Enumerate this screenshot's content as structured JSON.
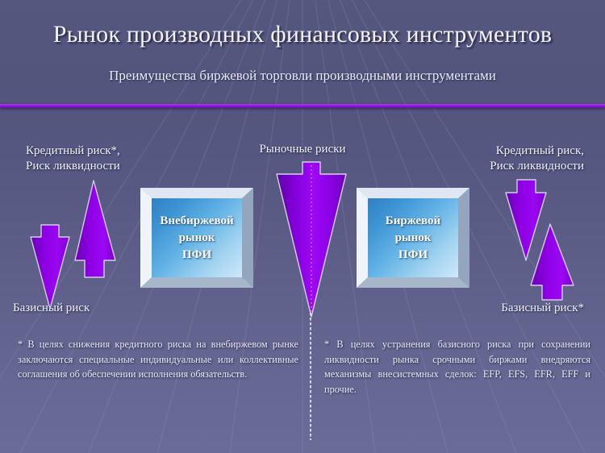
{
  "slide": {
    "title": "Рынок производных финансовых инструментов",
    "subtitle": "Преимущества биржевой торговли производными инструментами",
    "accent_color": "#8a17d8",
    "background_top_color": "#55577f",
    "background_bottom_color": "#6a6c97",
    "arrow_color": "#8f00e8",
    "box_face_color": "#3f95d4"
  },
  "labels": {
    "left_top": "Кредитный риск*,\nРиск ликвидности",
    "left_top_line1": "Кредитный риск*,",
    "left_top_line2": "Риск ликвидности",
    "left_bottom": "Базисный риск",
    "centre_top": "Рыночные риски",
    "right_top_line1": "Кредитный риск,",
    "right_top_line2": "Риск ликвидности",
    "right_bottom": "Базисный риск*"
  },
  "boxes": [
    {
      "name": "otc-market",
      "line1": "Внебиржевой",
      "line2": "рынок",
      "line3": "ПФИ"
    },
    {
      "name": "exchange-market",
      "line1": "Биржевой",
      "line2": "рынок",
      "line3": "ПФИ"
    }
  ],
  "arrows": [
    {
      "name": "left-down-arrow",
      "direction": "down",
      "meaning": "Базисный риск"
    },
    {
      "name": "left-up-arrow",
      "direction": "up",
      "meaning": "Кредитный риск, Риск ликвидности"
    },
    {
      "name": "centre-down-arrow",
      "direction": "down",
      "meaning": "Рыночные риски"
    },
    {
      "name": "right-down-arrow",
      "direction": "down",
      "meaning": "Кредитный риск, Риск ликвидности"
    },
    {
      "name": "right-up-arrow",
      "direction": "up",
      "meaning": "Базисный риск*"
    }
  ],
  "footnotes": {
    "left": "*  В целях снижения кредитного риска на внебиржевом рынке заключаются специальные индивидуальные или коллективные соглашения об обеспечении исполнения обязательств.",
    "right": "*  В целях устранения базисного риска при сохранении ликвидности рынка срочными биржами внедряются механизмы внесистемных сделок: EFP, EFS, EFR, EFF и прочие."
  }
}
